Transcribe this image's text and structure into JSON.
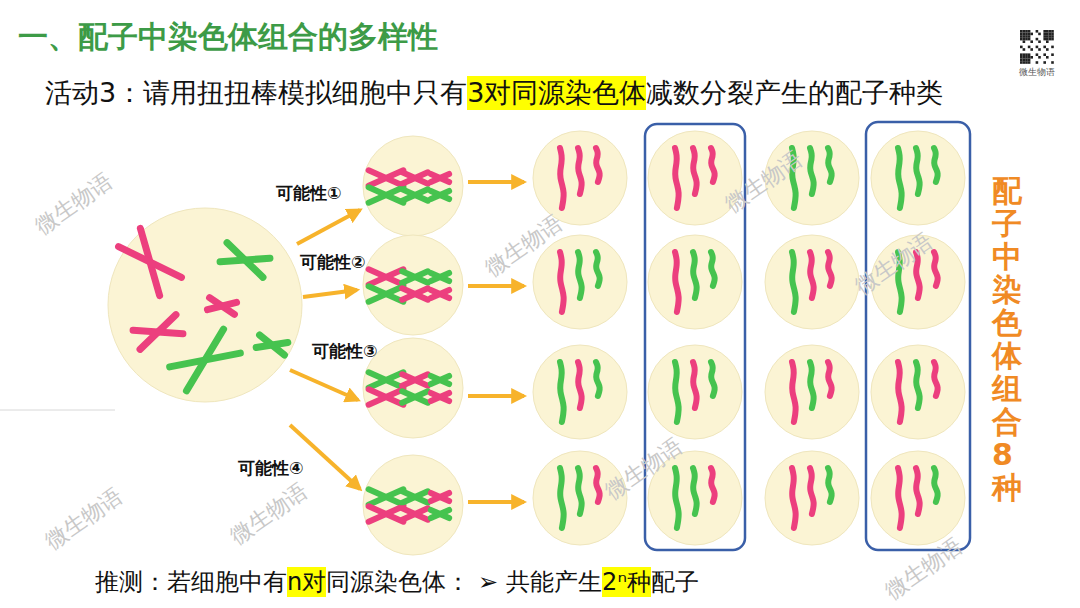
{
  "diagram": {
    "title": "一、配子中染色体组合的多样性",
    "labels": [
      "活动3：请用扭扭棒模拟细胞中只有",
      "3对同源染色体",
      "减数分裂产生的配子种类",
      "可能性①",
      "可能性②",
      "可能性③",
      "可能性④",
      "配子中染色体组合8种",
      "推测：若细胞中有",
      "n对",
      "同源染色体：",
      "➢",
      "共能产生",
      "2ⁿ种",
      "配子",
      "微生物语",
      "微生物语",
      "微生物语",
      "微生物语",
      "微生物语",
      "微生物语",
      "微生物语",
      "微生物语",
      "微生物语"
    ]
  }
}
